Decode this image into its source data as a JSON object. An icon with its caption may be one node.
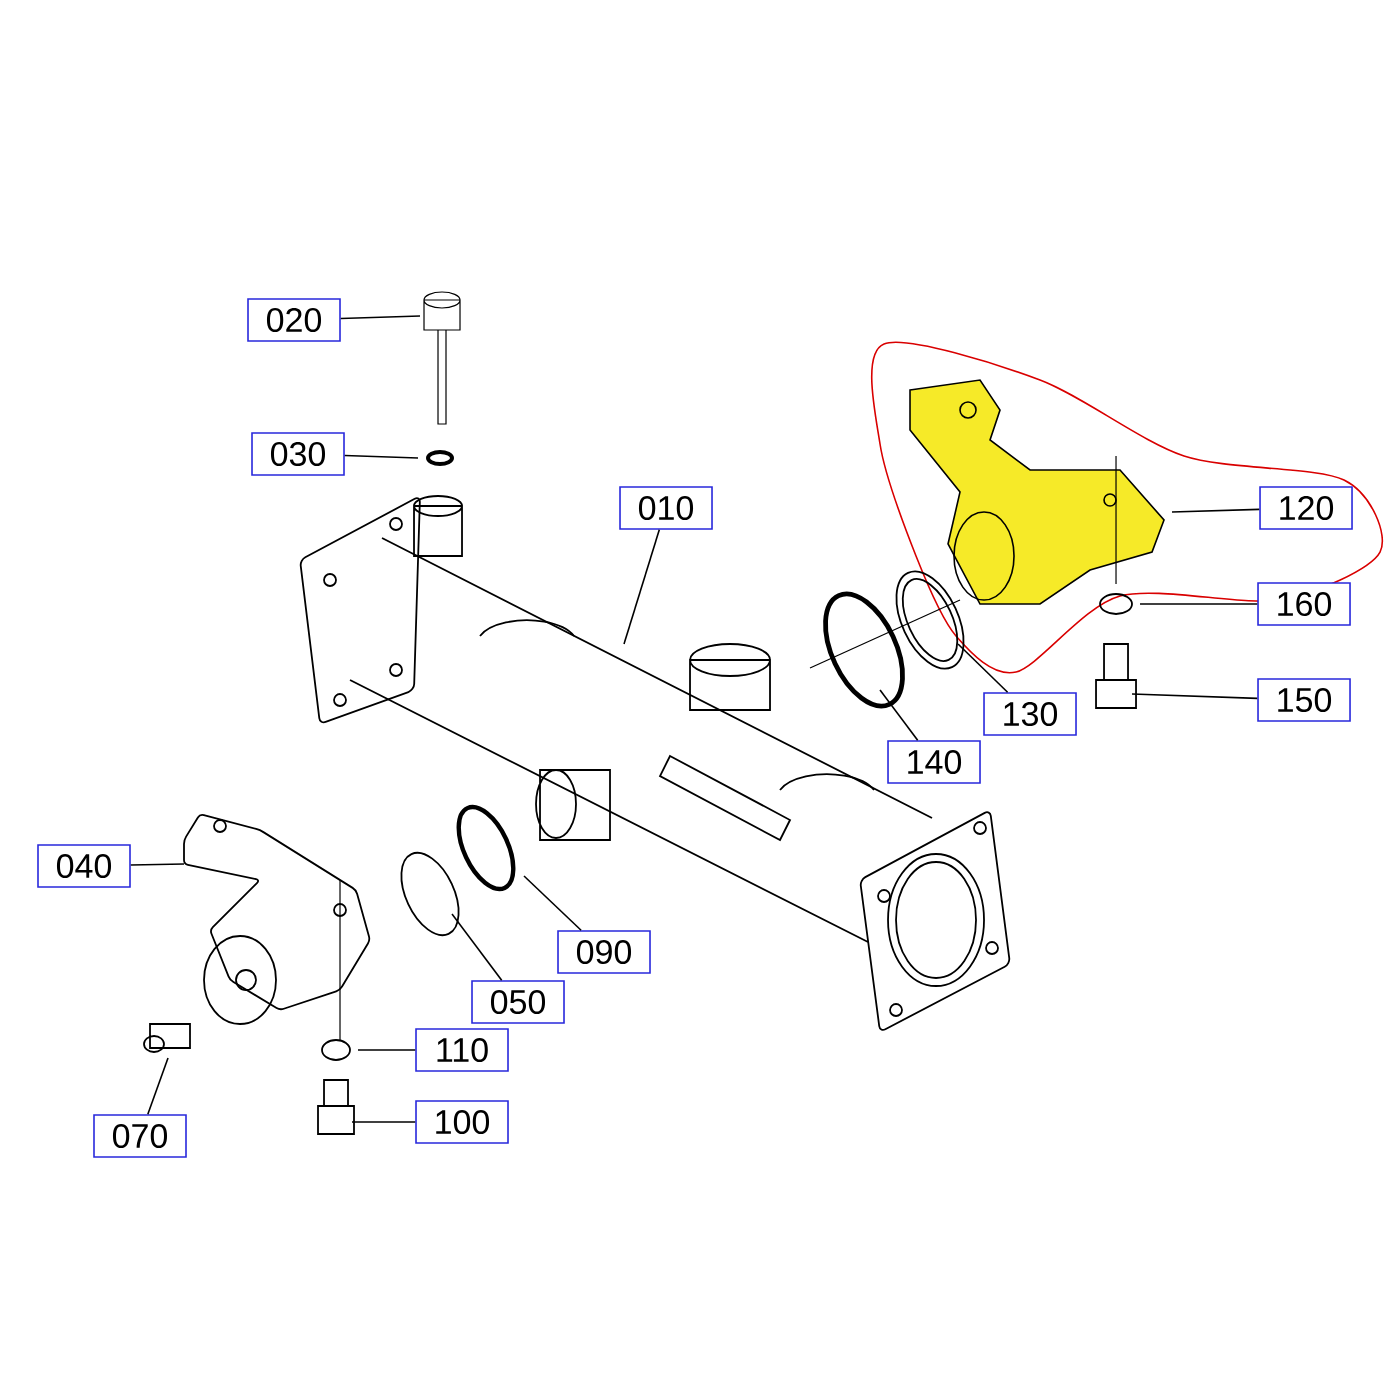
{
  "diagram": {
    "nodes": [
      {
        "text": [
          "020"
        ]
      },
      {
        "text": [
          "030"
        ]
      },
      {
        "text": [
          "010"
        ]
      },
      {
        "text": [
          "120"
        ]
      },
      {
        "text": [
          "160"
        ]
      },
      {
        "text": [
          "150"
        ]
      },
      {
        "text": [
          "130"
        ]
      },
      {
        "text": [
          "140"
        ]
      },
      {
        "text": [
          "040"
        ]
      },
      {
        "text": [
          "090"
        ]
      },
      {
        "text": [
          "050"
        ]
      },
      {
        "text": [
          "110"
        ]
      },
      {
        "text": [
          "070"
        ]
      },
      {
        "text": [
          "100"
        ]
      }
    ],
    "edges": [
      {
        "from": 0,
        "to": null,
        "arrow": "none"
      },
      {
        "from": 1,
        "to": null,
        "arrow": "none"
      },
      {
        "from": 2,
        "to": null,
        "arrow": "none"
      },
      {
        "from": 3,
        "to": null,
        "arrow": "none"
      },
      {
        "from": 4,
        "to": null,
        "arrow": "none"
      },
      {
        "from": 5,
        "to": null,
        "arrow": "none"
      },
      {
        "from": 6,
        "to": null,
        "arrow": "none"
      },
      {
        "from": 7,
        "to": null,
        "arrow": "none"
      },
      {
        "from": 8,
        "to": null,
        "arrow": "none"
      },
      {
        "from": 9,
        "to": null,
        "arrow": "none"
      },
      {
        "from": 10,
        "to": null,
        "arrow": "none"
      },
      {
        "from": 11,
        "to": null,
        "arrow": "none"
      },
      {
        "from": 12,
        "to": null,
        "arrow": "none"
      },
      {
        "from": 13,
        "to": null,
        "arrow": "none"
      }
    ]
  }
}
